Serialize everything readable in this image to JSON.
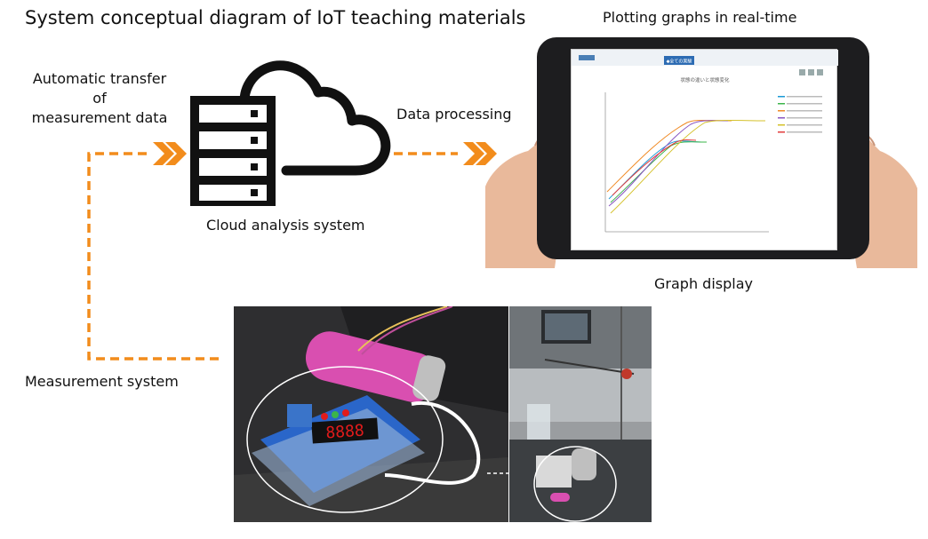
{
  "title": "System conceptual diagram of IoT teaching materials",
  "labels": {
    "auto_transfer_1": "Automatic transfer",
    "auto_transfer_2": "of",
    "auto_transfer_3": "measurement data",
    "data_processing": "Data processing",
    "cloud_analysis": "Cloud analysis system",
    "plotting": "Plotting graphs in real-time",
    "graph_display": "Graph display",
    "measurement_system": "Measurement system"
  },
  "colors": {
    "arrow": "#f28c1c",
    "tablet": "#1d1d1f",
    "battery": "#d94fb0",
    "board": "#2a66c9",
    "led": "#e21b1b"
  },
  "icons": {
    "server": "server-rack-icon",
    "cloud": "cloud-outline-icon"
  },
  "screen": {
    "button": "◆全ての実験",
    "chart_title": "状態の違いと状態変化",
    "display": "8888"
  }
}
